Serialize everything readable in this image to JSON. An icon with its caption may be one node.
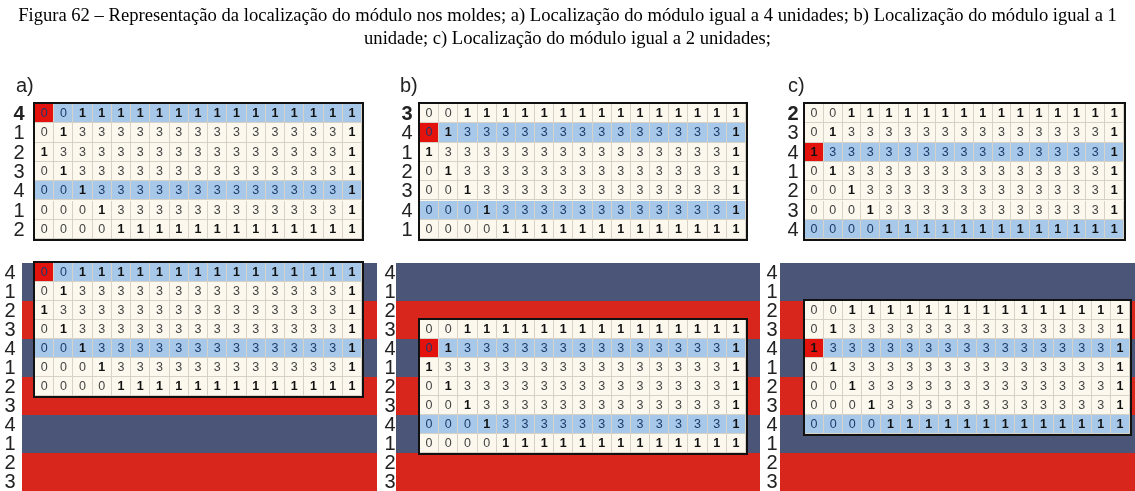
{
  "diagram": {
    "title": "Figura 62 – Representação da localização do módulo nos moldes; a) Localização do módulo igual a 4 unidades; b) Localização do módulo igual a 1 unidade; c) Localização do módulo igual a 2 unidades;",
    "labels": [
      "a)",
      "b)",
      "c)",
      "4",
      "0",
      "0",
      "1",
      "1",
      "1",
      "1",
      "1",
      "1",
      "1",
      "1",
      "1",
      "1",
      "1",
      "1",
      "1",
      "1",
      "1",
      "1",
      "0",
      "1",
      "3",
      "3",
      "3",
      "3",
      "3",
      "3",
      "3",
      "3",
      "3",
      "3",
      "3",
      "3",
      "3",
      "3",
      "1",
      "2",
      "1",
      "3",
      "3",
      "3",
      "3",
      "3",
      "3",
      "3",
      "3",
      "3",
      "3",
      "3",
      "3",
      "3",
      "3",
      "3",
      "1",
      "3",
      "0",
      "1",
      "3",
      "3",
      "3",
      "3",
      "3",
      "3",
      "3",
      "3",
      "3",
      "3",
      "3",
      "3",
      "3",
      "3",
      "1",
      "4",
      "0",
      "0",
      "1",
      "3",
      "3",
      "3",
      "3",
      "3",
      "3",
      "3",
      "3",
      "3",
      "3",
      "3",
      "3",
      "3",
      "1",
      "1",
      "0",
      "0",
      "0",
      "1",
      "3",
      "3",
      "3",
      "3",
      "3",
      "3",
      "3",
      "3",
      "3",
      "3",
      "3",
      "3",
      "1",
      "2",
      "0",
      "0",
      "0",
      "0",
      "1",
      "1",
      "1",
      "1",
      "1",
      "1",
      "1",
      "1",
      "1",
      "1",
      "1",
      "1",
      "1",
      "3",
      "0",
      "0",
      "1",
      "1",
      "1",
      "1",
      "1",
      "1",
      "1",
      "1",
      "1",
      "1",
      "1",
      "1",
      "1",
      "1",
      "1",
      "4",
      "0",
      "1",
      "3",
      "3",
      "3",
      "3",
      "3",
      "3",
      "3",
      "3",
      "3",
      "3",
      "3",
      "3",
      "3",
      "3",
      "1",
      "1",
      "1",
      "3",
      "3",
      "3",
      "3",
      "3",
      "3",
      "3",
      "3",
      "3",
      "3",
      "3",
      "3",
      "3",
      "3",
      "3",
      "1",
      "2",
      "0",
      "1",
      "3",
      "3",
      "3",
      "3",
      "3",
      "3",
      "3",
      "3",
      "3",
      "3",
      "3",
      "3",
      "3",
      "3",
      "1",
      "3",
      "0",
      "0",
      "1",
      "3",
      "3",
      "3",
      "3",
      "3",
      "3",
      "3",
      "3",
      "3",
      "3",
      "3",
      "3",
      "3",
      "1",
      "4",
      "0",
      "0",
      "0",
      "1",
      "3",
      "3",
      "3",
      "3",
      "3",
      "3",
      "3",
      "3",
      "3",
      "3",
      "3",
      "3",
      "1",
      "1",
      "0",
      "0",
      "0",
      "0",
      "1",
      "1",
      "1",
      "1",
      "1",
      "1",
      "1",
      "1",
      "1",
      "1",
      "1",
      "1",
      "1",
      "2",
      "0",
      "0",
      "1",
      "1",
      "1",
      "1",
      "1",
      "1",
      "1",
      "1",
      "1",
      "1",
      "1",
      "1",
      "1",
      "1",
      "1",
      "3",
      "0",
      "1",
      "3",
      "3",
      "3",
      "3",
      "3",
      "3",
      "3",
      "3",
      "3",
      "3",
      "3",
      "3",
      "3",
      "3",
      "1",
      "4",
      "1",
      "3",
      "3",
      "3",
      "3",
      "3",
      "3",
      "3",
      "3",
      "3",
      "3",
      "3",
      "3",
      "3",
      "3",
      "3",
      "1",
      "1",
      "0",
      "1",
      "3",
      "3",
      "3",
      "3",
      "3",
      "3",
      "3",
      "3",
      "3",
      "3",
      "3",
      "3",
      "3",
      "3",
      "1",
      "2",
      "0",
      "0",
      "1",
      "3",
      "3",
      "3",
      "3",
      "3",
      "3",
      "3",
      "3",
      "3",
      "3",
      "3",
      "3",
      "3",
      "1",
      "3",
      "0",
      "0",
      "0",
      "1",
      "3",
      "3",
      "3",
      "3",
      "3",
      "3",
      "3",
      "3",
      "3",
      "3",
      "3",
      "3",
      "1",
      "4",
      "0",
      "0",
      "0",
      "0",
      "1",
      "1",
      "1",
      "1",
      "1",
      "1",
      "1",
      "1",
      "1",
      "1",
      "1",
      "1",
      "1",
      "4",
      "0",
      "0",
      "1",
      "1",
      "1",
      "1",
      "1",
      "1",
      "1",
      "1",
      "1",
      "1",
      "1",
      "1",
      "1",
      "1",
      "1",
      "1",
      "0",
      "1",
      "3",
      "3",
      "3",
      "3",
      "3",
      "3",
      "3",
      "3",
      "3",
      "3",
      "3",
      "3",
      "3",
      "3",
      "1",
      "2",
      "1",
      "3",
      "3",
      "3",
      "3",
      "3",
      "3",
      "3",
      "3",
      "3",
      "3",
      "3",
      "3",
      "3",
      "3",
      "3",
      "1",
      "3",
      "0",
      "1",
      "3",
      "3",
      "3",
      "3",
      "3",
      "3",
      "3",
      "3",
      "3",
      "3",
      "3",
      "3",
      "3",
      "3",
      "1",
      "4",
      "0",
      "0",
      "1",
      "3",
      "3",
      "3",
      "3",
      "3",
      "3",
      "3",
      "3",
      "3",
      "3",
      "3",
      "3",
      "3",
      "1",
      "1",
      "0",
      "0",
      "0",
      "1",
      "3",
      "3",
      "3",
      "3",
      "3",
      "3",
      "3",
      "3",
      "3",
      "3",
      "3",
      "3",
      "1",
      "2",
      "0",
      "0",
      "0",
      "0",
      "1",
      "1",
      "1",
      "1",
      "1",
      "1",
      "1",
      "1",
      "1",
      "1",
      "1",
      "1",
      "1",
      "3",
      "4",
      "1",
      "2",
      "3",
      "4",
      "1",
      "2",
      "3",
      "0",
      "0",
      "1",
      "1",
      "1",
      "1",
      "1",
      "1",
      "1",
      "1",
      "1",
      "1",
      "1",
      "1",
      "1",
      "1",
      "1",
      "4",
      "0",
      "1",
      "3",
      "3",
      "3",
      "3",
      "3",
      "3",
      "3",
      "3",
      "3",
      "3",
      "3",
      "3",
      "3",
      "3",
      "1",
      "1",
      "1",
      "3",
      "3",
      "3",
      "3",
      "3",
      "3",
      "3",
      "3",
      "3",
      "3",
      "3",
      "3",
      "3",
      "3",
      "3",
      "1",
      "2",
      "0",
      "1",
      "3",
      "3",
      "3",
      "3",
      "3",
      "3",
      "3",
      "3",
      "3",
      "3",
      "3",
      "3",
      "3",
      "3",
      "1",
      "3",
      "0",
      "0",
      "1",
      "3",
      "3",
      "3",
      "3",
      "3",
      "3",
      "3",
      "3",
      "3",
      "3",
      "3",
      "3",
      "3",
      "1",
      "4",
      "0",
      "0",
      "0",
      "1",
      "3",
      "3",
      "3",
      "3",
      "3",
      "3",
      "3",
      "3",
      "3",
      "3",
      "3",
      "3",
      "1",
      "1",
      "0",
      "0",
      "0",
      "0",
      "1",
      "1",
      "1",
      "1",
      "1",
      "1",
      "1",
      "1",
      "1",
      "1",
      "1",
      "1",
      "1",
      "2",
      "3",
      "4",
      "1",
      "2",
      "0",
      "0",
      "1",
      "1",
      "1",
      "1",
      "1",
      "1",
      "1",
      "1",
      "1",
      "1",
      "1",
      "1",
      "1",
      "1",
      "1",
      "3",
      "0",
      "1",
      "3",
      "3",
      "3",
      "3",
      "3",
      "3",
      "3",
      "3",
      "3",
      "3",
      "3",
      "3",
      "3",
      "3",
      "1",
      "4",
      "1",
      "3",
      "3",
      "3",
      "3",
      "3",
      "3",
      "3",
      "3",
      "3",
      "3",
      "3",
      "3",
      "3",
      "3",
      "3",
      "1",
      "1",
      "0",
      "1",
      "3",
      "3",
      "3",
      "3",
      "3",
      "3",
      "3",
      "3",
      "3",
      "3",
      "3",
      "3",
      "3",
      "3",
      "1",
      "2",
      "0",
      "0",
      "1",
      "3",
      "3",
      "3",
      "3",
      "3",
      "3",
      "3",
      "3",
      "3",
      "3",
      "3",
      "3",
      "3",
      "1",
      "3",
      "0",
      "0",
      "0",
      "1",
      "3",
      "3",
      "3",
      "3",
      "3",
      "3",
      "3",
      "3",
      "3",
      "3",
      "3",
      "3",
      "1",
      "4",
      "0",
      "0",
      "0",
      "0",
      "1",
      "1",
      "1",
      "1",
      "1",
      "1",
      "1",
      "1",
      "1",
      "1",
      "1",
      "1",
      "1",
      "1",
      "2",
      "3"
    ]
  }
}
